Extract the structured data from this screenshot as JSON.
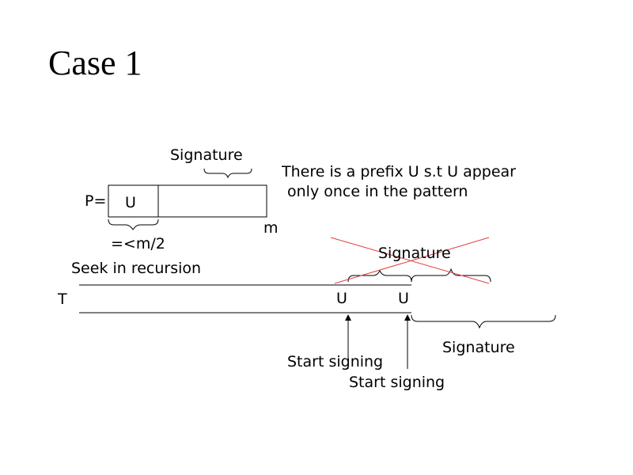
{
  "slide": {
    "title": "Case 1",
    "pattern_label": "P=",
    "prefix_label": "U",
    "signature_top": "Signature",
    "length_label": "m",
    "prefix_note": "There is a prefix U s.t U appear",
    "prefix_note_line2": "only once in the pattern",
    "bound_label": "=<m/2",
    "recursion_label": "Seek in recursion",
    "text_label": "T",
    "text_prefix_1": "U",
    "text_prefix_2": "U",
    "signature_crossed": "Signature",
    "signature_bottom": "Signature",
    "start_signing_1": "Start signing",
    "start_signing_2": "Start signing"
  },
  "colors": {
    "ink": "#000000",
    "cross": "#e04040",
    "background": "#ffffff"
  }
}
